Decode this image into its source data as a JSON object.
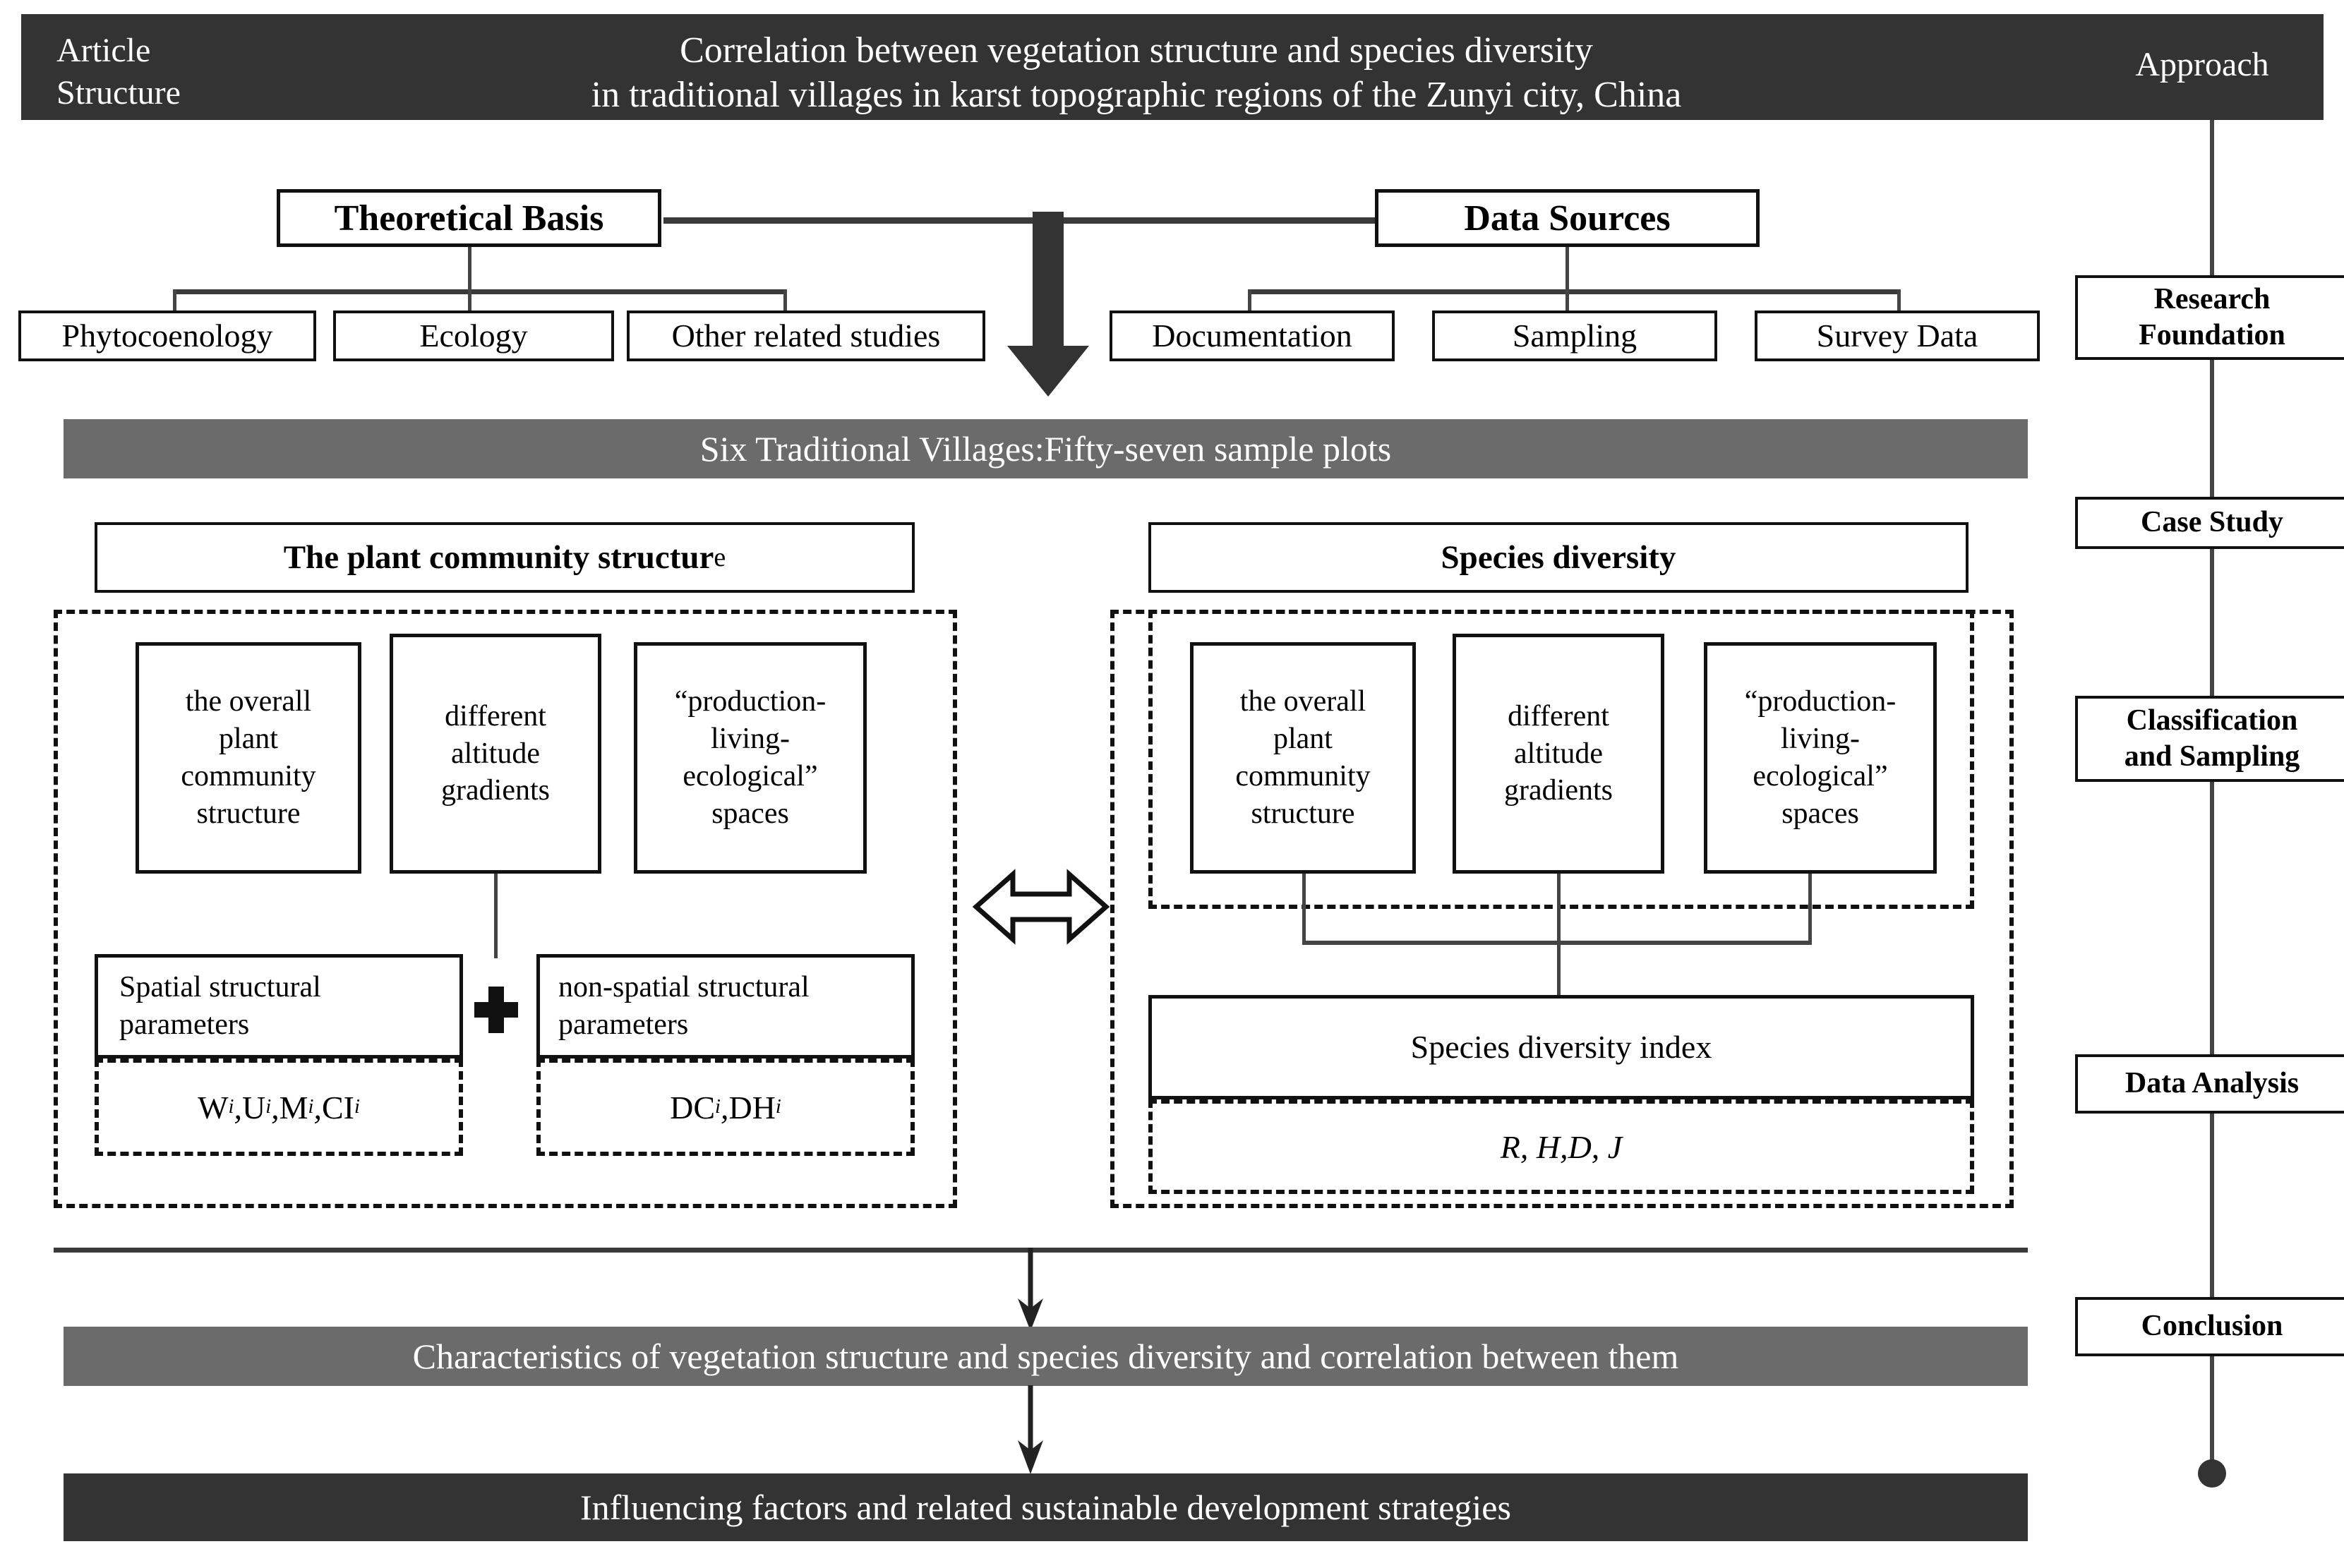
{
  "header": {
    "left_label_line1": "Article",
    "left_label_line2": "Structure",
    "title_line1": "Correlation between vegetation structure and species diversity",
    "title_line2": "in traditional villages in karst topographic regions of the Zunyi city, China",
    "right_label": "Approach",
    "bar_color": "#333333"
  },
  "foundation": {
    "theoretical_basis": "Theoretical Basis",
    "theoretical_children": [
      "Phytocoenology",
      "Ecology",
      "Other related studies"
    ],
    "data_sources": "Data Sources",
    "data_children": [
      "Documentation",
      "Sampling",
      "Survey Data"
    ]
  },
  "case_banner": {
    "text": "Six Traditional Villages:Fifty-seven sample plots",
    "color": "#6b6b6b"
  },
  "left_panel": {
    "heading_main": "The  plant community structur",
    "heading_tail": "e",
    "aspects": [
      "the overall plant community structure",
      "different altitude gradients",
      "“production-living-ecological” spaces"
    ],
    "spatial_label": "Spatial structural parameters",
    "spatial_formula_html": "W<sub>i</sub><i>,</i>U<sub>i</sub><i>,</i>M<sub>i</sub><i>,</i>CI<sub>i</sub>",
    "plus_symbol": "+",
    "nonspatial_label": "non-spatial structural parameters",
    "nonspatial_formula_html": "DC<sub>i</sub><i>,</i>DH<sub>i</sub>"
  },
  "right_panel": {
    "heading": "Species diversity",
    "aspects": [
      "the overall plant community structure",
      "different altitude gradients",
      "“production-living-ecological” spaces"
    ],
    "index_label": "Species diversity index",
    "index_formula_html": "<i>R, H,D, J</i>"
  },
  "middle_arrow": {
    "name": "double-headed-correlation-arrow"
  },
  "results_banner": {
    "text": "Characteristics of vegetation structure and species diversity and correlation between them",
    "color": "#6b6b6b"
  },
  "conclusion_banner": {
    "text": "Influencing factors and related sustainable development strategies",
    "color": "#333333"
  },
  "approach": {
    "steps": [
      {
        "label_line1": "Research",
        "label_line2": "Foundation"
      },
      {
        "label_line1": "Case Study",
        "label_line2": ""
      },
      {
        "label_line1": "Classification",
        "label_line2": "and Sampling"
      },
      {
        "label_line1": "Data Analysis",
        "label_line2": ""
      },
      {
        "label_line1": "Conclusion",
        "label_line2": ""
      }
    ]
  }
}
